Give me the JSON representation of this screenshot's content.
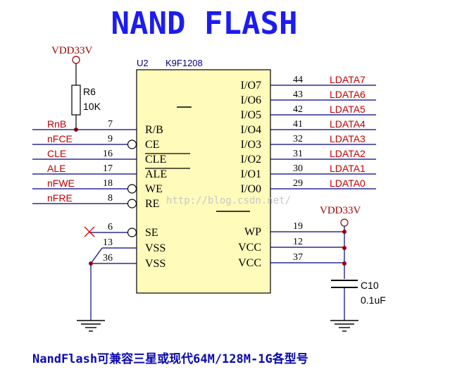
{
  "title": "NAND FLASH",
  "caption": "NandFlash可兼容三星或现代64M/128M-1G各型号",
  "watermark": "http://blog.csdn.net/",
  "colors": {
    "title": "#1c1cf0",
    "net_label": "#c00000",
    "wire": "#000080",
    "chip_fill": "#fffbbb",
    "caption": "#0a0ab0",
    "power": "#990000"
  },
  "chip": {
    "ref": "U2",
    "part": "K9F1208"
  },
  "left_pins": [
    {
      "net": "RnB",
      "num": "7",
      "name": "R/B",
      "bubble": false
    },
    {
      "net": "nFCE",
      "num": "9",
      "name": "CE",
      "bubble": true
    },
    {
      "net": "CLE",
      "num": "16",
      "name": "CLE",
      "bubble": false
    },
    {
      "net": "ALE",
      "num": "17",
      "name": "ALE",
      "bubble": false
    },
    {
      "net": "nFWE",
      "num": "18",
      "name": "WE",
      "bubble": true
    },
    {
      "net": "nFRE",
      "num": "8",
      "name": "RE",
      "bubble": true
    }
  ],
  "lower_left_pins": [
    {
      "num": "6",
      "name": "SE"
    },
    {
      "num": "13",
      "name": "VSS"
    },
    {
      "num": "36",
      "name": "VSS"
    }
  ],
  "right_pins": [
    {
      "name": "I/O7",
      "num": "44",
      "net": "LDATA7"
    },
    {
      "name": "I/O6",
      "num": "43",
      "net": "LDATA6"
    },
    {
      "name": "I/O5",
      "num": "42",
      "net": "LDATA5"
    },
    {
      "name": "I/O4",
      "num": "41",
      "net": "LDATA4"
    },
    {
      "name": "I/O3",
      "num": "32",
      "net": "LDATA3"
    },
    {
      "name": "I/O2",
      "num": "31",
      "net": "LDATA2"
    },
    {
      "name": "I/O1",
      "num": "30",
      "net": "LDATA1"
    },
    {
      "name": "I/O0",
      "num": "29",
      "net": "LDATA0"
    }
  ],
  "lower_right_pins": [
    {
      "name": "WP",
      "num": "19"
    },
    {
      "name": "VCC",
      "num": "12"
    },
    {
      "name": "VCC",
      "num": "37"
    }
  ],
  "resistor": {
    "ref": "R6",
    "value": "10K"
  },
  "capacitor": {
    "ref": "C10",
    "value": "0.1uF"
  },
  "power_left": "VDD33V",
  "power_right": "VDD33V"
}
